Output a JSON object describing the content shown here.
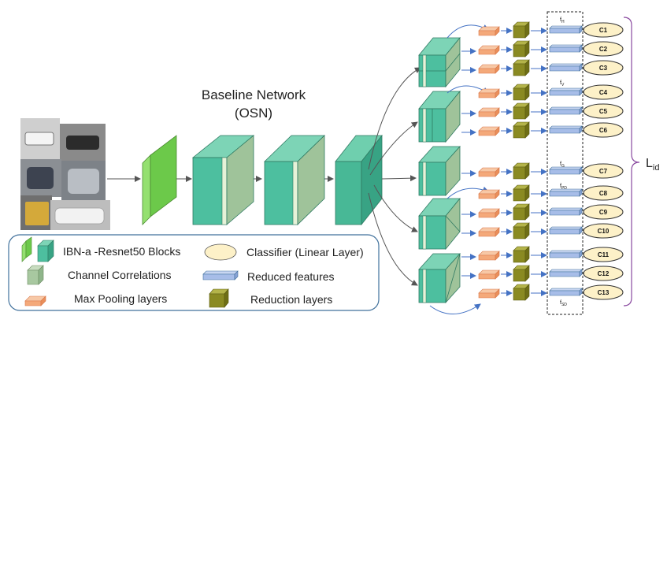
{
  "title": {
    "line1": "Baseline Network",
    "line2": "(OSN)"
  },
  "input_images": [
    {
      "name": "white-suv-car-image",
      "color": "#c8c8c8"
    },
    {
      "name": "black-sedan-car-image",
      "color": "#3c3c3c"
    },
    {
      "name": "dark-hatchback-car-image",
      "color": "#6a6f78"
    },
    {
      "name": "silver-sedan-car-image",
      "color": "#9aa0a8"
    },
    {
      "name": "yellow-truck-car-image",
      "color": "#c9a23a"
    },
    {
      "name": "white-sedan-car-image",
      "color": "#e6e6e6"
    }
  ],
  "legend": {
    "ibn_blocks": "IBN-a -Resnet50 Blocks",
    "channel_correlations": "Channel Correlations",
    "max_pooling": "Max Pooling layers",
    "classifier": "Classifier (Linear Layer)",
    "reduced_features": "Reduced features",
    "reduction_layers": "Reduction layers"
  },
  "features": {
    "fH": {
      "base": "f",
      "sub": "H"
    },
    "fV": {
      "base": "f",
      "sub": "V"
    },
    "fG": {
      "base": "f",
      "sub": "G"
    },
    "fPD": {
      "base": "f",
      "sub": "PD"
    },
    "fSD": {
      "base": "f",
      "sub": "SD"
    }
  },
  "classifiers": [
    "C1",
    "C2",
    "C3",
    "C4",
    "C5",
    "C6",
    "C7",
    "C8",
    "C9",
    "C10",
    "C11",
    "C12",
    "C13"
  ],
  "loss": {
    "base": "L",
    "sub": "id"
  },
  "colors": {
    "teal": "#4dbf9f",
    "teal_dark": "#2f9a7e",
    "green": "#7ad35a",
    "channel_corr": "#a8c8a0",
    "pool": "#f4a97a",
    "reduction": "#8a8a22",
    "feature": "#a7bde8",
    "classifier": "#fdf1c8",
    "arrow_blue": "#4472c4",
    "brace": "#8a4aa0"
  }
}
